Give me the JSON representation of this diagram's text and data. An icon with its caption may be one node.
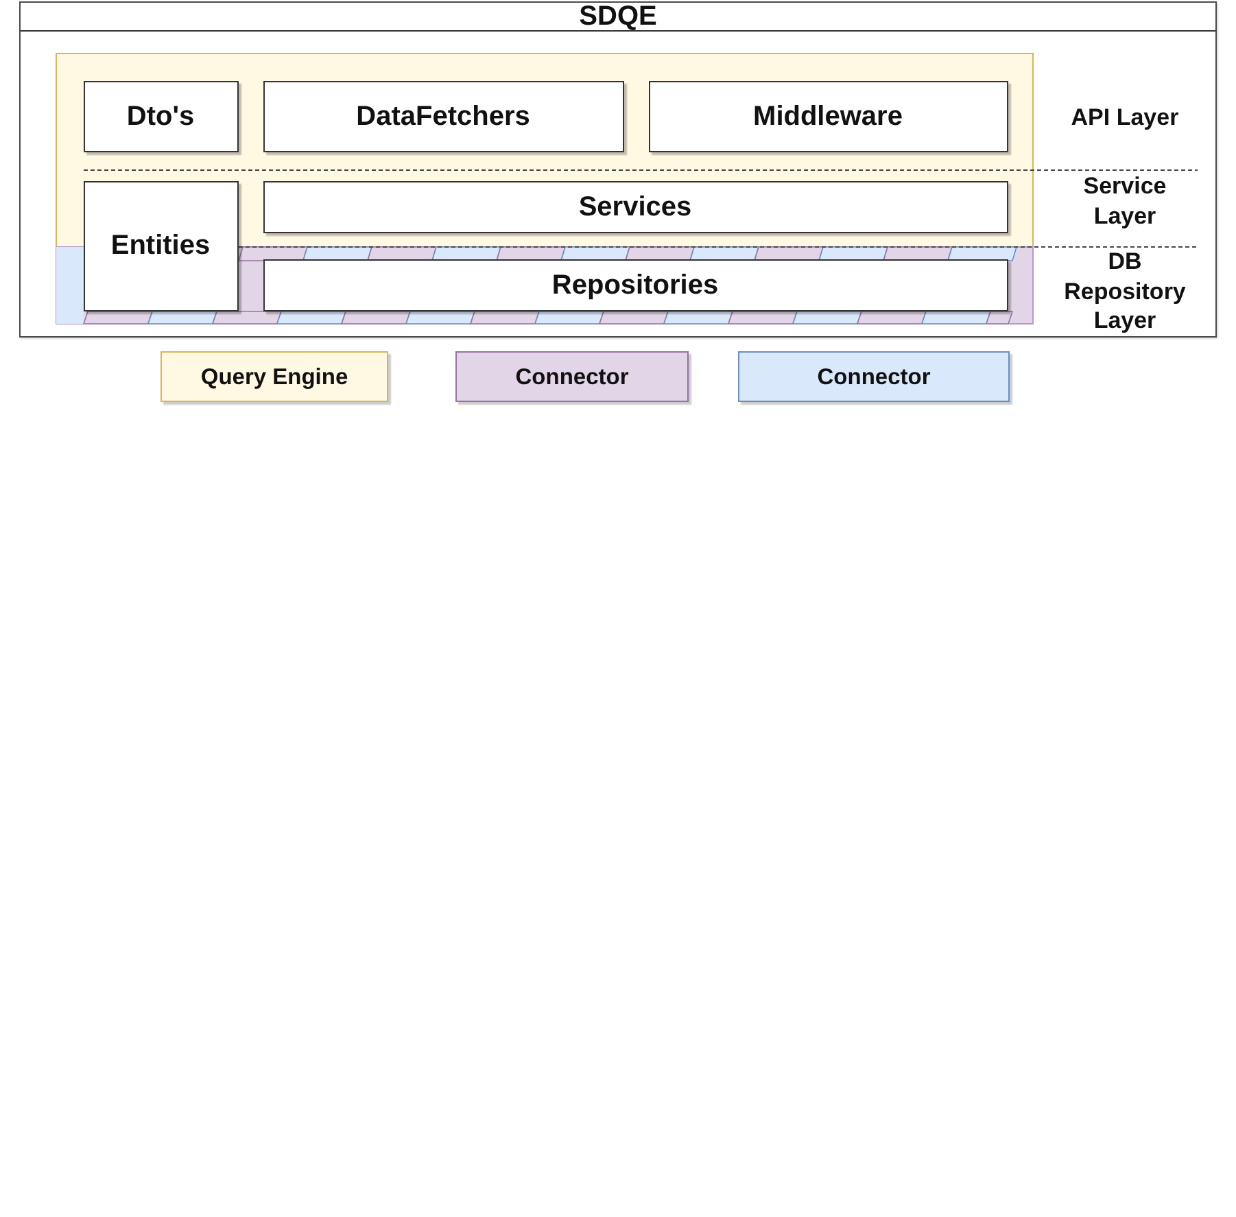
{
  "diagram": {
    "nodes": [
      {
        "text": [
          "SDQE"
        ]
      },
      {
        "text": [
          "Dto's"
        ],
        "in": 0
      },
      {
        "text": [
          "DataFetchers"
        ],
        "in": 0
      },
      {
        "text": [
          "Middleware"
        ],
        "in": 0
      },
      {
        "text": [
          "Entities"
        ],
        "in": 0
      },
      {
        "text": [
          "Services"
        ],
        "in": 0
      },
      {
        "text": [
          "Repositories"
        ],
        "in": 0
      }
    ],
    "labels": [
      "API Layer",
      "Service Layer",
      "DB Repository Layer"
    ],
    "legend": [
      {
        "text": "Query Engine",
        "color": "#fff9e3"
      },
      {
        "text": "Connector",
        "color": "#e1d5e7"
      },
      {
        "text": "Connector",
        "color": "#dae8fc"
      }
    ]
  }
}
